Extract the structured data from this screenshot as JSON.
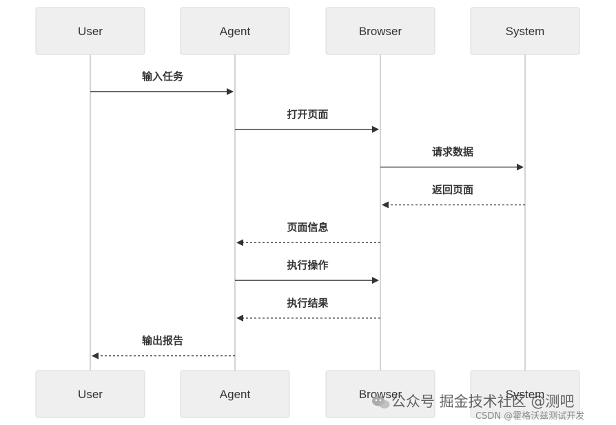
{
  "colors": {
    "actor_fill": "#efefef",
    "actor_stroke": "#dadada",
    "lifeline": "#d4d4d4",
    "arrow": "#333333",
    "text": "#333333"
  },
  "actors": [
    {
      "id": "user",
      "label": "User"
    },
    {
      "id": "agent",
      "label": "Agent"
    },
    {
      "id": "browser",
      "label": "Browser"
    },
    {
      "id": "system",
      "label": "System"
    }
  ],
  "messages": [
    {
      "from": 0,
      "to": 1,
      "label": "输入任务",
      "style": "solid"
    },
    {
      "from": 1,
      "to": 2,
      "label": "打开页面",
      "style": "solid"
    },
    {
      "from": 2,
      "to": 3,
      "label": "请求数据",
      "style": "solid"
    },
    {
      "from": 3,
      "to": 2,
      "label": "返回页面",
      "style": "dashed"
    },
    {
      "from": 2,
      "to": 1,
      "label": "页面信息",
      "style": "dashed"
    },
    {
      "from": 1,
      "to": 2,
      "label": "执行操作",
      "style": "solid"
    },
    {
      "from": 2,
      "to": 1,
      "label": "执行结果",
      "style": "dashed"
    },
    {
      "from": 1,
      "to": 0,
      "label": "输出报告",
      "style": "dashed"
    }
  ],
  "watermark": {
    "line1": "公众号 掘金技术社区 @测吧",
    "line2": "CSDN @霍格沃兹测试开发",
    "icon": "wechat-icon"
  }
}
